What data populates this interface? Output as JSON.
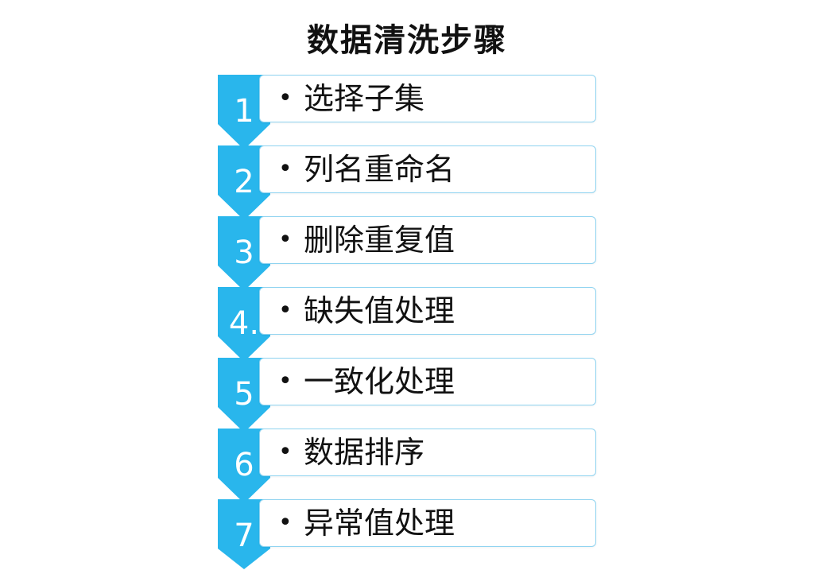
{
  "title": "数据清洗步骤",
  "bullet": "•",
  "accent_color": "#29b6ec",
  "border_color": "#8fd3f0",
  "steps": [
    {
      "num": "1",
      "label": "选择子集"
    },
    {
      "num": "2",
      "label": "列名重命名"
    },
    {
      "num": "3",
      "label": "删除重复值"
    },
    {
      "num": "4.",
      "label": "缺失值处理"
    },
    {
      "num": "5",
      "label": "一致化处理"
    },
    {
      "num": "6",
      "label": "数据排序"
    },
    {
      "num": "7",
      "label": "异常值处理"
    }
  ]
}
